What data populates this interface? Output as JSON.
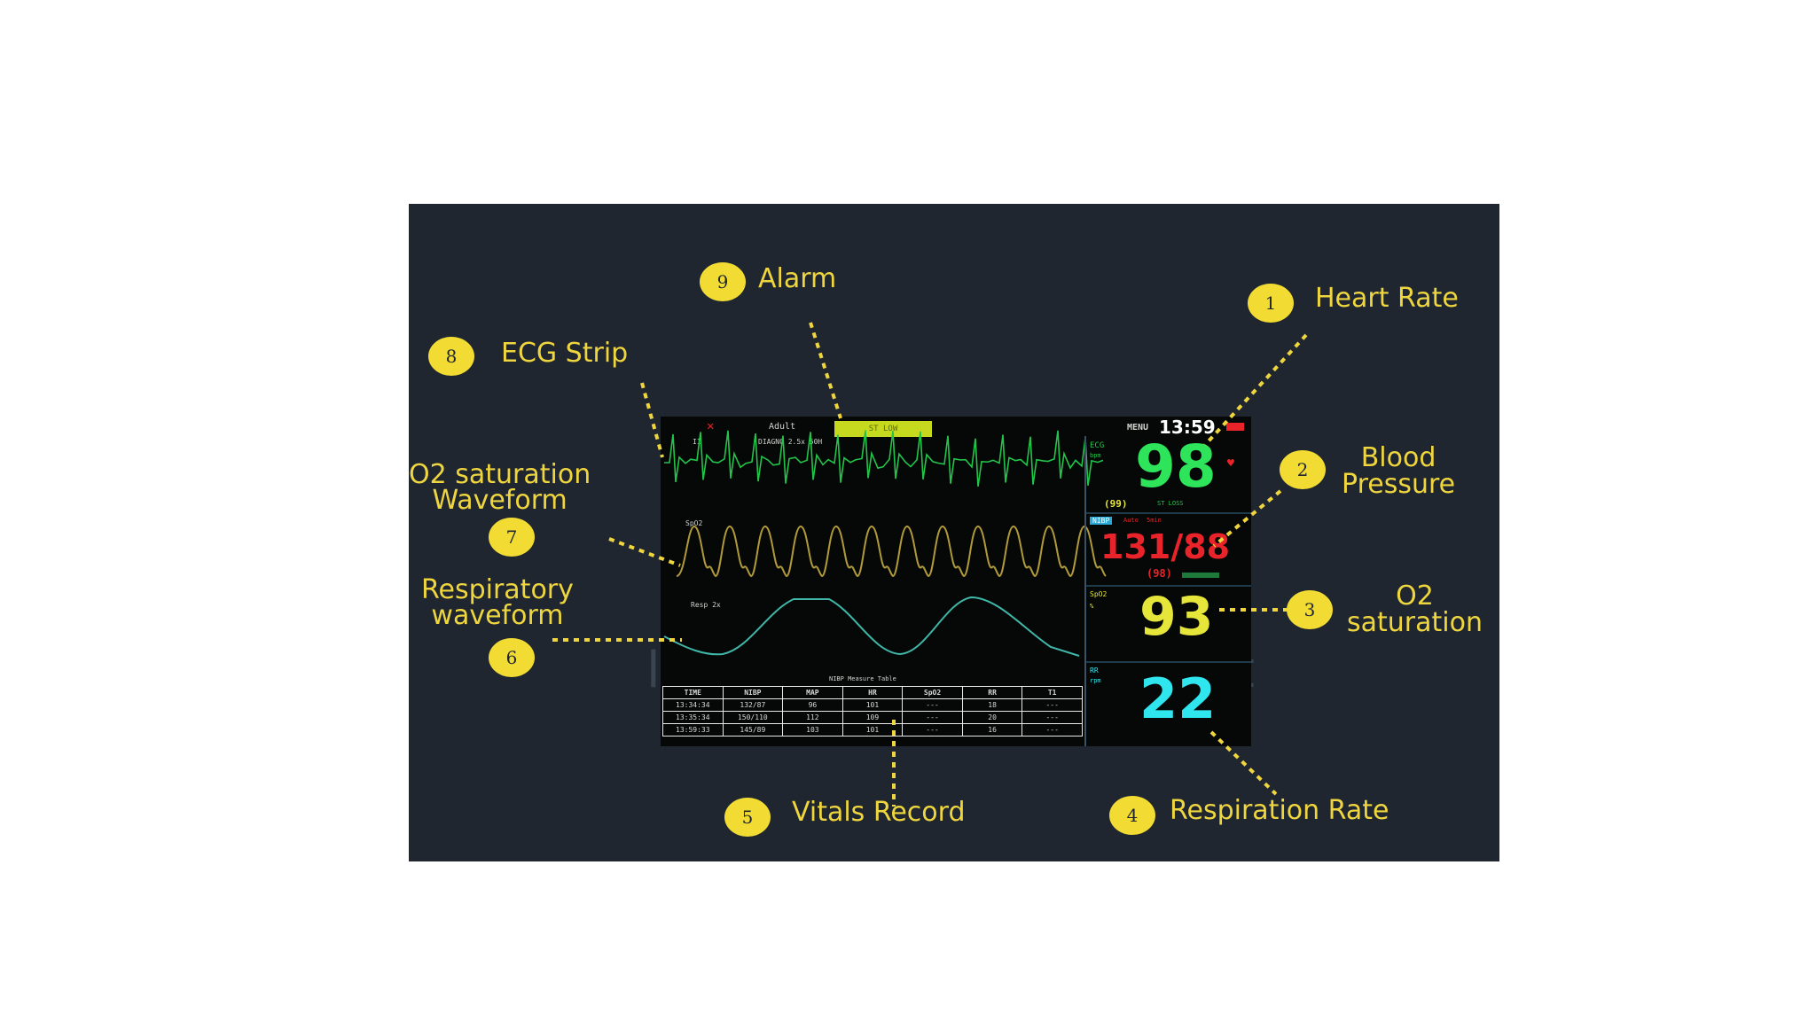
{
  "callouts": [
    {
      "number": "1",
      "label": "Heart Rate"
    },
    {
      "number": "2",
      "label": "Blood\nPressure"
    },
    {
      "number": "3",
      "label": "O2\nsaturation"
    },
    {
      "number": "4",
      "label": "Respiration Rate"
    },
    {
      "number": "5",
      "label": "Vitals Record"
    },
    {
      "number": "6",
      "label": "Respiratory\nwaveform"
    },
    {
      "number": "7",
      "label": "O2 saturation\nWaveform"
    },
    {
      "number": "8",
      "label": "ECG Strip"
    },
    {
      "number": "9",
      "label": "Alarm"
    }
  ],
  "monitor": {
    "patient_type": "Adult",
    "alarm_text": "ST LOW",
    "menu": "MENU",
    "time": "13:59",
    "ecg_lead": "II",
    "ecg_settings": "DIAGNO  2.5x  50H",
    "ecg_label": "ECG",
    "ecg_unit": "bpm",
    "heart_rate": "98",
    "hr_status": "(99)",
    "st_label": "ST LOSS",
    "spo2_wave_label": "SpO2",
    "resp_wave_label": "Resp  2x",
    "nibp_label": "NIBP",
    "nibp_mode": "Auto",
    "nibp_interval": "5min",
    "blood_pressure": "131/88",
    "map_value": "(98)",
    "spo2_label": "SpO2",
    "spo2_unit": "%",
    "spo2": "93",
    "rr_label": "RR",
    "rr_unit": "rpm",
    "respiration_rate": "22",
    "table_title": "NIBP Measure Table",
    "table_headers": [
      "TIME",
      "NIBP",
      "MAP",
      "HR",
      "SpO2",
      "RR",
      "T1"
    ],
    "table_rows": [
      [
        "13:34:34",
        "132/87",
        "96",
        "101",
        "---",
        "18",
        "---"
      ],
      [
        "13:35:34",
        "150/110",
        "112",
        "109",
        "---",
        "20",
        "---"
      ],
      [
        "13:59:33",
        "145/89",
        "103",
        "101",
        "---",
        "16",
        "---"
      ]
    ]
  },
  "colors": {
    "panel_bg": "#1f2630",
    "callout": "#efd63f",
    "badge": "#f2dc34",
    "ecg": "#22c54a",
    "heart_rate": "#2de45a",
    "blood_pressure": "#e8232a",
    "spo2": "#e6e63a",
    "spo2_wave": "#b09a3a",
    "resp_wave": "#3fb6a8",
    "respiration_rate": "#2fe6ef"
  }
}
